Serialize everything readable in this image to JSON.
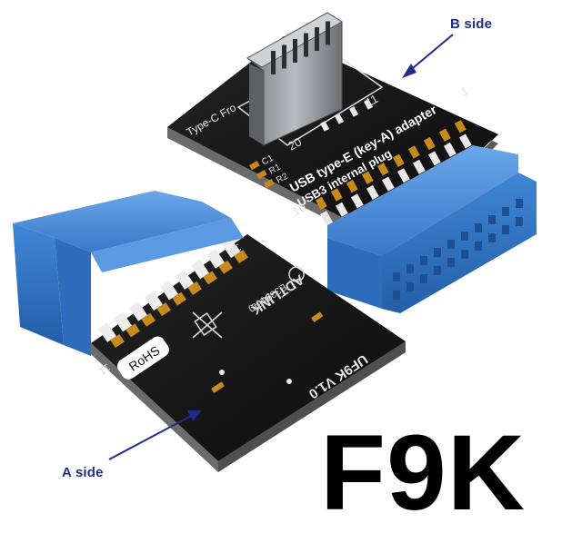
{
  "colors": {
    "connector_blue": "#3f86d6",
    "pcb_black": "#121212",
    "pad_gold": "#c98a1c",
    "callout_text": "#1f2a8a",
    "arrow": "#1f2a8a"
  },
  "callouts": {
    "b_side": "B side",
    "a_side": "A side"
  },
  "title": "F9K",
  "board_b": {
    "silk_type_c": "Type-C Fro",
    "silk_line1": "USB type-E (key-A) adapter",
    "silk_line2": "USB3 internal plug",
    "pin_20": "20",
    "pin_11": "11",
    "pin_1": "1",
    "pin_10": "10",
    "ref_c1": "C1",
    "ref_r1": "R1",
    "ref_r2": "R2"
  },
  "board_a": {
    "brand": "ADTLINK",
    "model": "UF9K V1.0",
    "cert1": "E333158",
    "cert2": "94V-0",
    "rohs": "RoHS",
    "pin_19": "19",
    "pin_11": "11"
  }
}
